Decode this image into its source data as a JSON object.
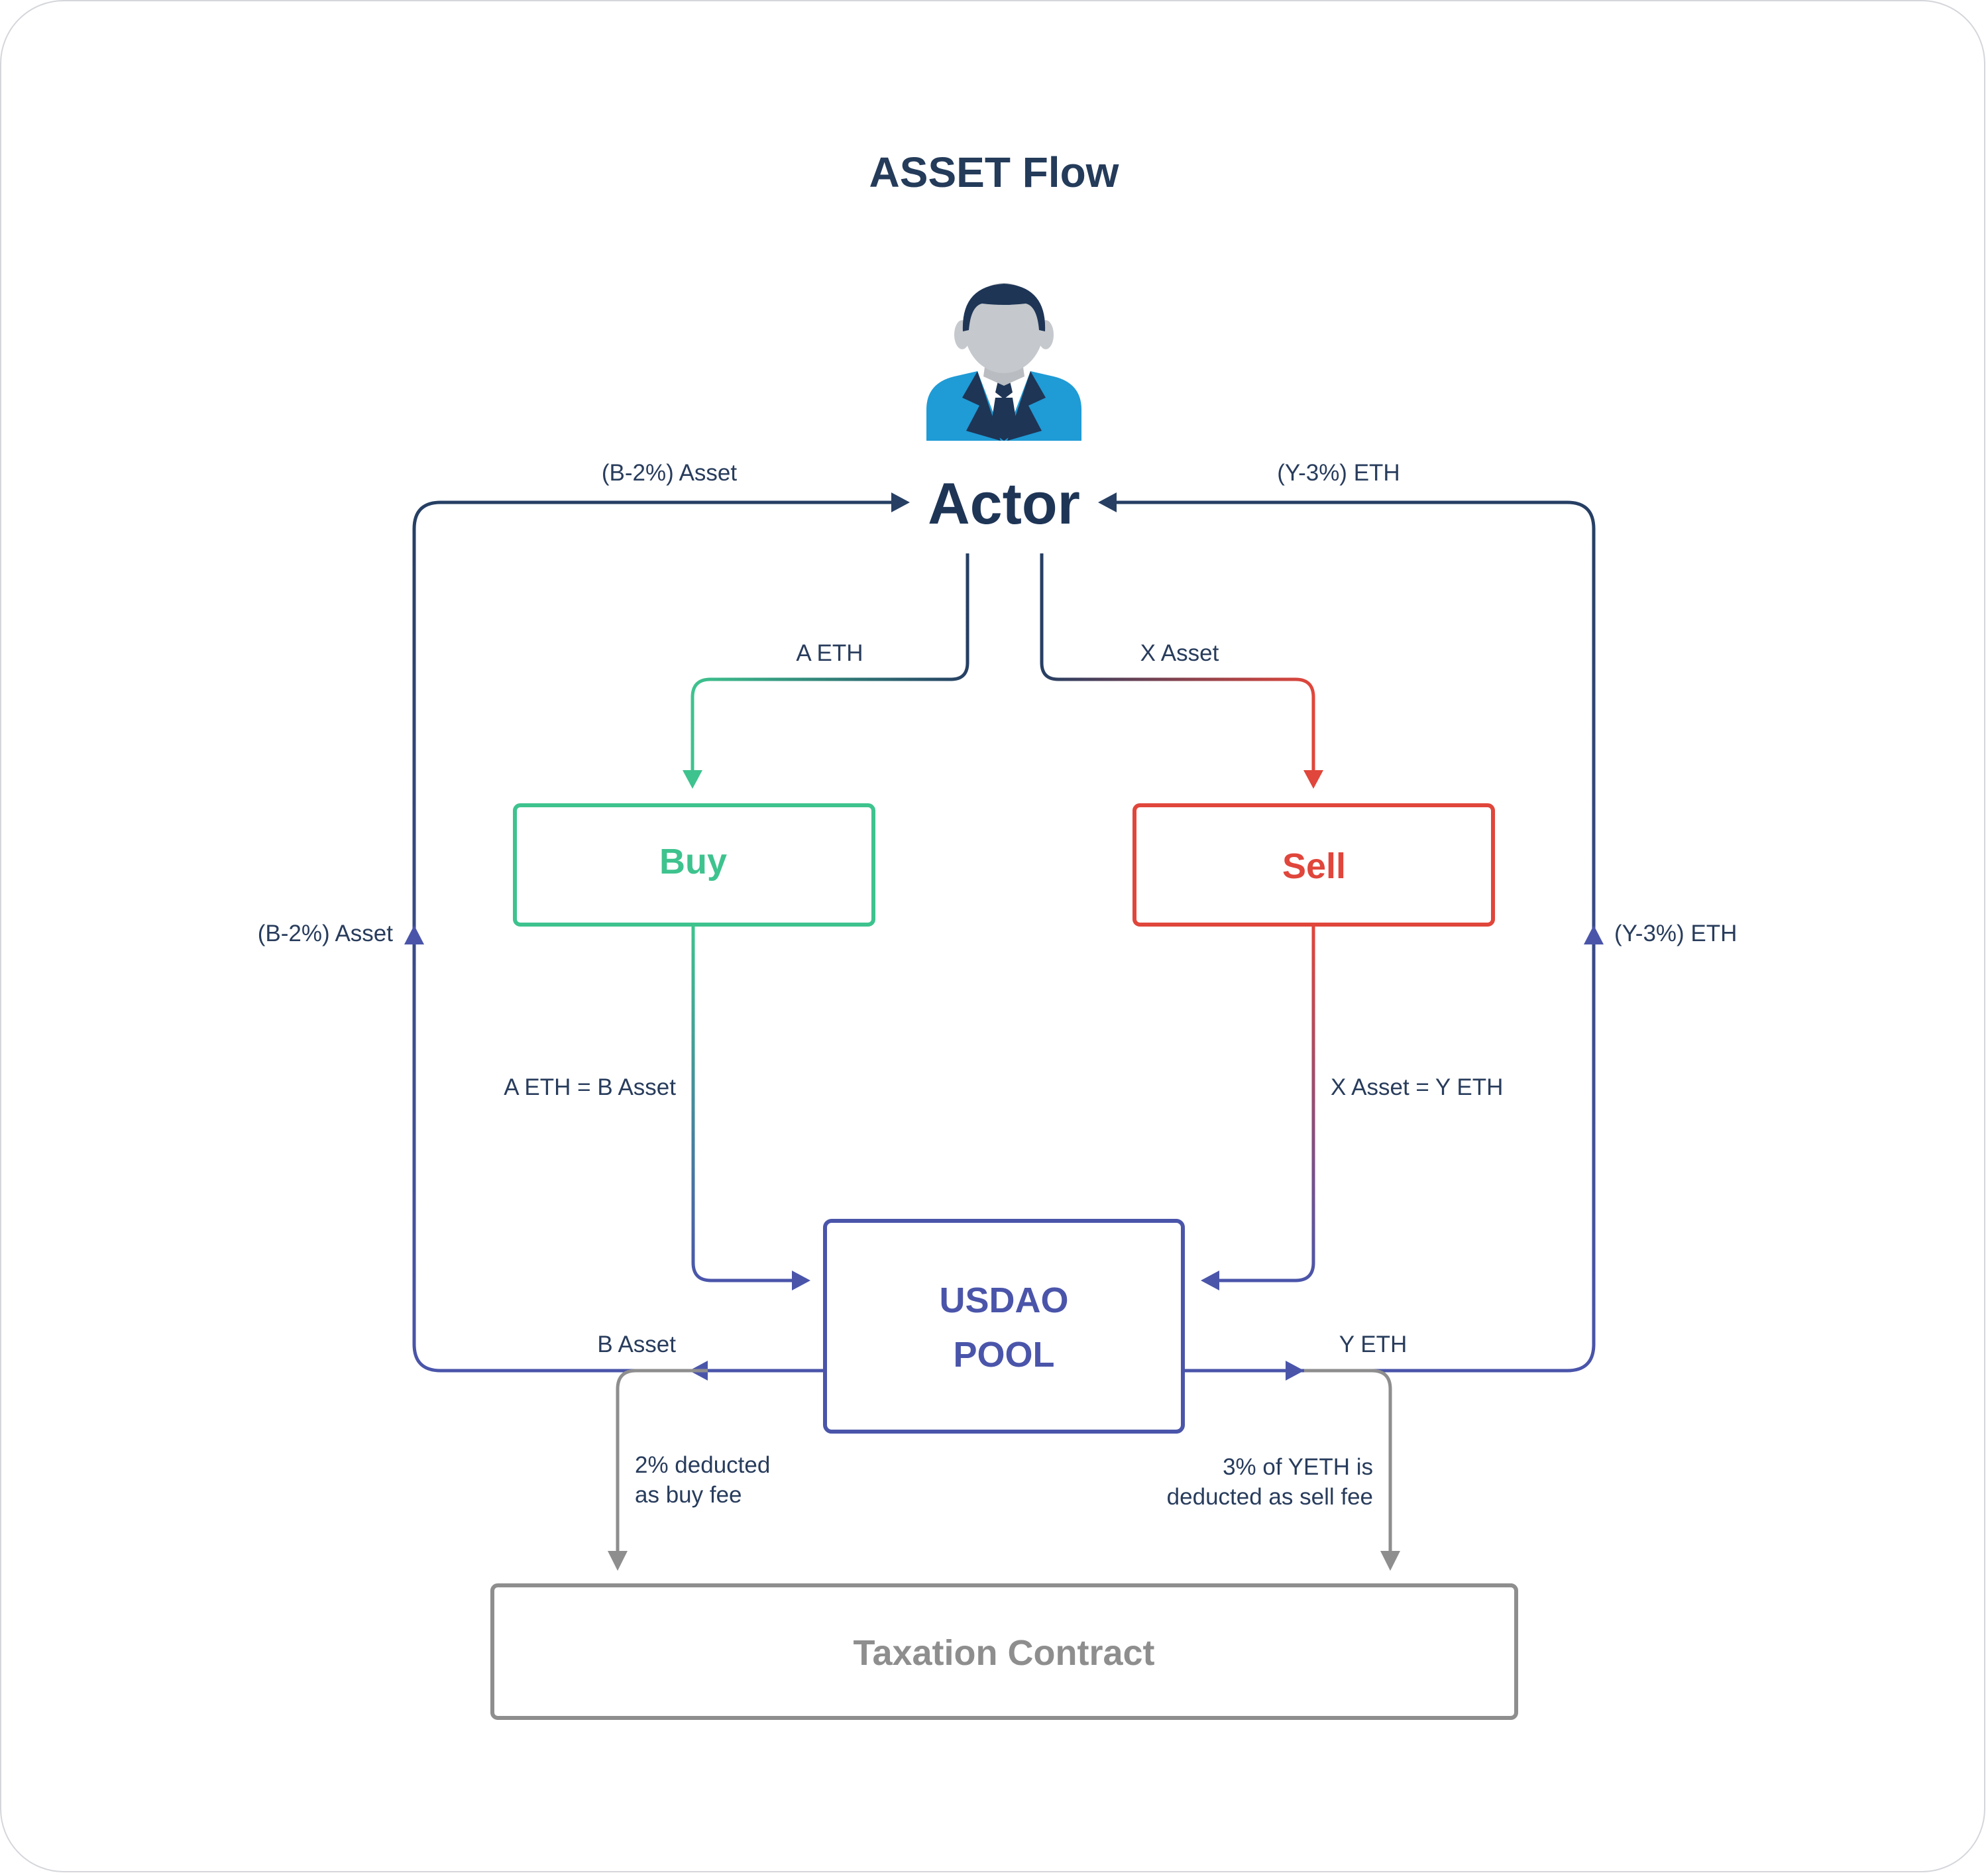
{
  "title": "ASSET Flow",
  "actor": {
    "label": "Actor",
    "icon": "person-in-suit-icon"
  },
  "nodes": {
    "buy": {
      "label": "Buy",
      "color": "#3ec38e"
    },
    "sell": {
      "label": "Sell",
      "color": "#e0463b"
    },
    "pool": {
      "line1": "USDAO",
      "line2": "POOL",
      "color": "#4a55aa"
    },
    "taxation": {
      "label": "Taxation Contract",
      "color": "#8e8e8e"
    }
  },
  "edges": {
    "actor_to_buy": "A ETH",
    "actor_to_sell": "X Asset",
    "buy_to_pool": "A ETH = B Asset",
    "sell_to_pool": "X Asset = Y ETH",
    "pool_out_left": "B Asset",
    "pool_out_right": "Y ETH",
    "left_return_side": "(B-2%) Asset",
    "left_return_top": "(B-2%) Asset",
    "right_return_side": "(Y-3%) ETH",
    "right_return_top": "(Y-3%) ETH",
    "buy_fee_line1": "2% deducted",
    "buy_fee_line2": "as buy fee",
    "sell_fee_line1": "3% of YETH is",
    "sell_fee_line2": "deducted as sell fee"
  },
  "colors": {
    "navy": "#263f63",
    "indigo": "#4a55aa",
    "green": "#3ec38e",
    "red": "#e0463b",
    "gray": "#8e8e8e"
  }
}
